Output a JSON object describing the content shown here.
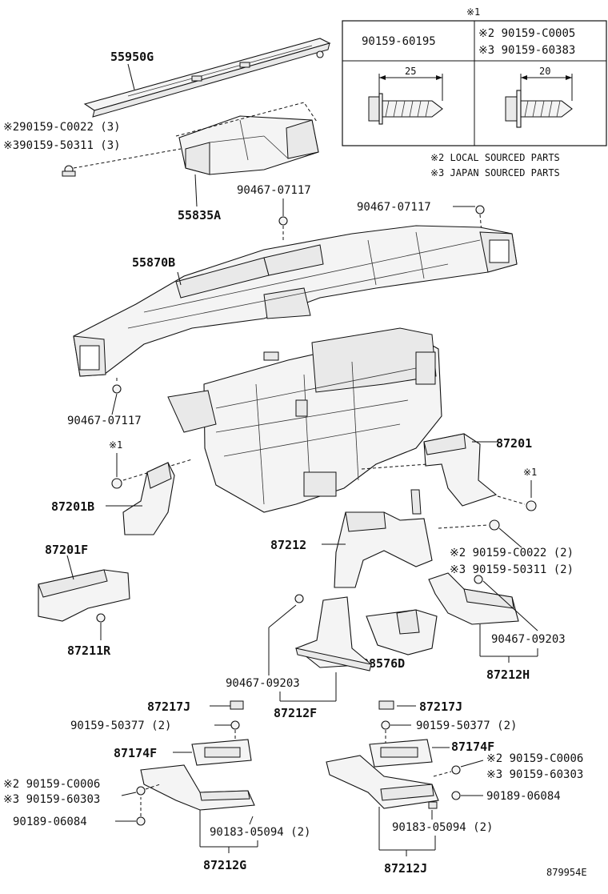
{
  "table": {
    "mark": "※1",
    "col1_part": "90159-60195",
    "col2_part_a": "※2 90159-C0005",
    "col2_part_b": "※3 90159-60383",
    "col1_dim": "25",
    "col2_dim": "20"
  },
  "notes": {
    "local": "※2 LOCAL SOURCED PARTS",
    "japan": "※3 JAPAN SOURCED PARTS"
  },
  "labels": {
    "p55950G": "55950G",
    "p90159C0022_3": "※290159-C0022 (3)",
    "p90159_50311_3": "※390159-50311 (3)",
    "p55835A": "55835A",
    "p90467_07117_top": "90467-07117",
    "p90467_07117_right": "90467-07117",
    "p55870B": "55870B",
    "p90467_07117_left": "90467-07117",
    "p87201": "87201",
    "mark1_left": "※1",
    "mark1_right": "※1",
    "p87201B": "87201B",
    "p87212": "87212",
    "p90159C0022_2": "※2  90159-C0022 (2)",
    "p90159_50311_2": "※3  90159-50311 (2)",
    "p87201F": "87201F",
    "p87211R": "87211R",
    "p90467_09203_right": "90467-09203",
    "p88576D": "88576D",
    "p87212H": "87212H",
    "p90467_09203_mid": "90467-09203",
    "p87212F": "87212F",
    "p87217J_left": "87217J",
    "p87217J_right": "87217J",
    "p90159_50377_left": "90159-50377 (2)",
    "p90159_50377_right": "90159-50377 (2)",
    "p87174F_left": "87174F",
    "p87174F_right": "87174F",
    "p90159C0006_left": "※2 90159-C0006",
    "p90159_60303_left": "※3 90159-60303",
    "p90159C0006_right": "※2 90159-C0006",
    "p90159_60303_right": "※3 90159-60303",
    "p90189_06084_left": "90189-06084",
    "p90189_06084_right": "90189-06084",
    "p90183_05094_left": "90183-05094 (2)",
    "p90183_05094_right": "90183-05094 (2)",
    "p87212G": "87212G",
    "p87212J": "87212J",
    "figure_id": "879954E"
  }
}
